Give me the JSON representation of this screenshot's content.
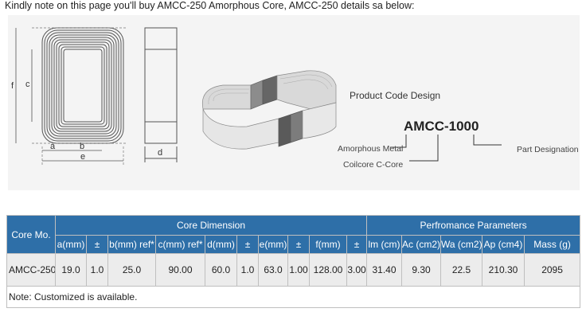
{
  "intro_text": "Kindly note on this page you'll buy AMCC-250 Amorphous Core, AMCC-250 details sa below:",
  "diagram": {
    "labels": {
      "a": "a",
      "b": "b",
      "c": "c",
      "d": "d",
      "e": "e",
      "f": "f"
    },
    "product_code_title": "Product Code Design",
    "product_code": "AMCC-1000",
    "amorphous_metal": "Amorphous Metal",
    "coilcore": "Coilcore C-Core",
    "part_designation": "Part Designation"
  },
  "table": {
    "core_model_header": "Core Mo.",
    "core_dimension_header": "Core Dimension",
    "performance_header": "Perfromance Parameters",
    "columns": [
      "a(mm)",
      "±",
      "b(mm) ref*",
      "c(mm) ref*",
      "d(mm)",
      "±",
      "e(mm)",
      "±",
      "f(mm)",
      "±",
      "lm (cm)",
      "Ac (cm2)",
      "Wa (cm2)",
      "Ap (cm4)",
      "Mass (g)"
    ],
    "row": {
      "model": "AMCC-250",
      "values": [
        "19.0",
        "1.0",
        "25.0",
        "90.00",
        "60.0",
        "1.0",
        "63.0",
        "1.00",
        "128.00",
        "3.00",
        "31.40",
        "9.30",
        "22.5",
        "210.30",
        "2095"
      ]
    },
    "note": "Note: Customized is available."
  }
}
